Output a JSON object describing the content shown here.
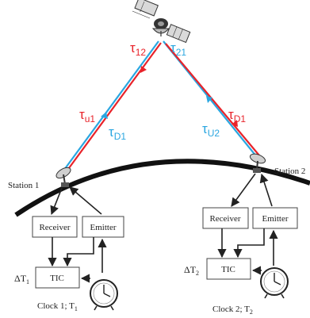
{
  "diagram": {
    "labels": {
      "tau_12": {
        "symbol": "τ",
        "sub": "12"
      },
      "tau_21": {
        "symbol": "τ",
        "sub": "21"
      },
      "tau_u1": {
        "symbol": "τ",
        "sub": "u1"
      },
      "tau_D1_left": {
        "symbol": "τ",
        "sub": "D1"
      },
      "tau_D1_right": {
        "symbol": "τ",
        "sub": "D1"
      },
      "tau_U2": {
        "symbol": "τ",
        "sub": "U2"
      }
    },
    "station1": {
      "label": "Station 1",
      "receiver": "Receiver",
      "emitter": "Emitter",
      "tic": "TIC",
      "delta_t": {
        "main": "ΔT",
        "sub": "1"
      },
      "clock": {
        "prefix": "Clock 1; T",
        "sub": "1"
      }
    },
    "station2": {
      "label": "Station 2",
      "receiver": "Receiver",
      "emitter": "Emitter",
      "tic": "TIC",
      "delta_t": {
        "main": "ΔT",
        "sub": "2"
      },
      "clock": {
        "prefix": "Clock 2; T",
        "sub": "2"
      }
    },
    "colors": {
      "uplink": "#e8232a",
      "downlink": "#2aa6e0",
      "label_red": "#e8232a",
      "label_blue": "#2aa6e0",
      "ink": "#222222",
      "earth": "#111111"
    }
  }
}
